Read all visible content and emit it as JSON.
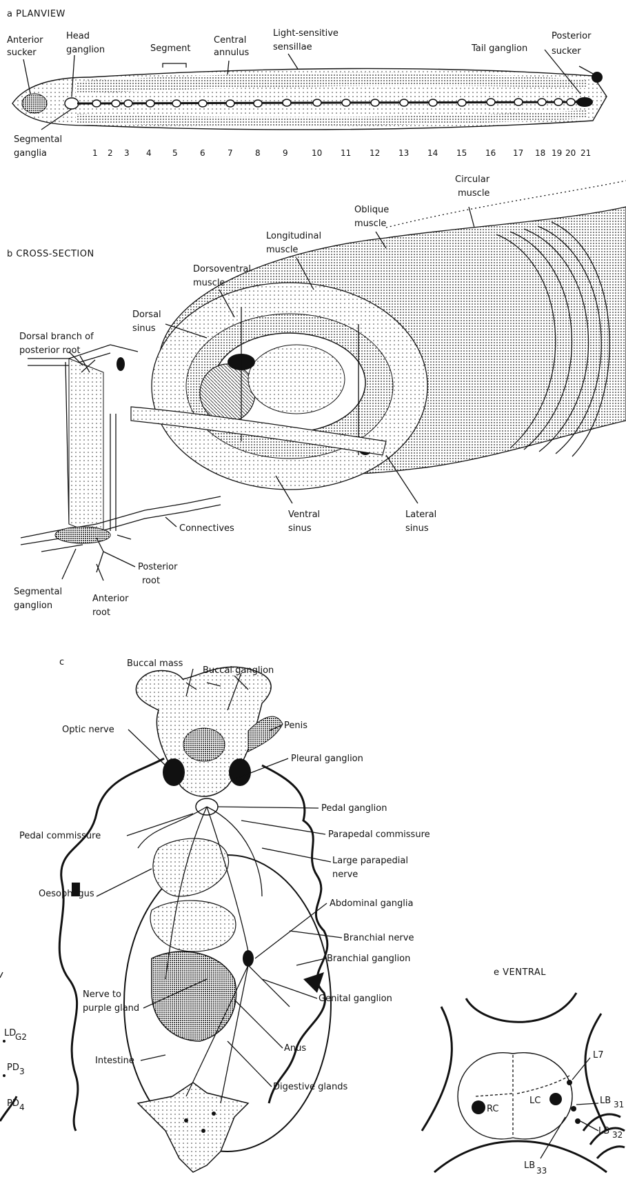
{
  "panel_a": {
    "heading": "a  PLANVIEW",
    "labels": {
      "anterior_sucker": [
        "Anterior",
        "sucker"
      ],
      "head_ganglion": [
        "Head",
        "ganglion"
      ],
      "segment": "Segment",
      "central_annulus": [
        "Central",
        "annulus"
      ],
      "light_sensitive": [
        "Light-sensitive",
        "sensillae"
      ],
      "tail_ganglion": "Tail ganglion",
      "posterior_sucker": [
        "Posterior",
        "sucker"
      ],
      "segmental_ganglia": [
        "Segmental",
        "ganglia"
      ]
    },
    "segment_numbers": [
      "1",
      "2",
      "3",
      "4",
      "5",
      "6",
      "7",
      "8",
      "9",
      "10",
      "11",
      "12",
      "13",
      "14",
      "15",
      "16",
      "17",
      "18",
      "19",
      "20",
      "21"
    ]
  },
  "panel_b": {
    "heading": "b  CROSS-SECTION",
    "labels": {
      "circular_muscle": [
        "Circular",
        "muscle"
      ],
      "oblique_muscle": [
        "Oblique",
        "muscle"
      ],
      "longitudinal_muscle": [
        "Longitudinal",
        "muscle"
      ],
      "dorsoventral_muscle": [
        "Dorsoventral",
        "muscle"
      ],
      "dorsal_sinus": [
        "Dorsal",
        "sinus"
      ],
      "dorsal_branch": [
        "Dorsal branch of",
        "posterior root"
      ],
      "connectives": "Connectives",
      "ventral_sinus": [
        "Ventral",
        "sinus"
      ],
      "lateral_sinus": [
        "Lateral",
        "sinus"
      ],
      "posterior_root": [
        "Posterior",
        "root"
      ],
      "segmental_ganglion": [
        "Segmental",
        "ganglion"
      ],
      "anterior_root": [
        "Anterior",
        "root"
      ]
    }
  },
  "panel_c": {
    "heading": "c",
    "labels": {
      "buccal_mass": "Buccal mass",
      "buccal_ganglion": "Buccal ganglion",
      "optic_nerve": "Optic nerve",
      "penis": "Penis",
      "pleural_ganglion": "Pleural ganglion",
      "pedal_ganglion": "Pedal ganglion",
      "parapedal_commissure": "Parapedal commissure",
      "pedal_commissure": "Pedal commissure",
      "large_parapedial_nerve": [
        "Large parapedial",
        "nerve"
      ],
      "oesophagus": "Oesophagus",
      "abdominal_ganglia": "Abdominal ganglia",
      "branchial_nerve": "Branchial nerve",
      "branchial_ganglion": "Branchial ganglion",
      "genital_ganglion": "Genital ganglion",
      "nerve_purple_gland": [
        "Nerve to",
        "purple gland"
      ],
      "anus": "Anus",
      "intestine": "Intestine",
      "digestive_glands": "Digestive glands"
    }
  },
  "panel_d_fragment": {
    "labels": [
      "LD",
      "PD",
      "PD"
    ],
    "subscripts": [
      "G2",
      "3",
      "4"
    ]
  },
  "panel_e": {
    "heading": "e  VENTRAL",
    "labels": {
      "rc": "RC",
      "lc": "LC",
      "l7": "L7",
      "lb1": "LB",
      "lb2": "LB",
      "lb3": "LB"
    },
    "subscripts": [
      "31",
      "32",
      "33"
    ]
  },
  "colors": {
    "ink": "#111111",
    "paper": "#ffffff",
    "stipple": "#555555"
  }
}
